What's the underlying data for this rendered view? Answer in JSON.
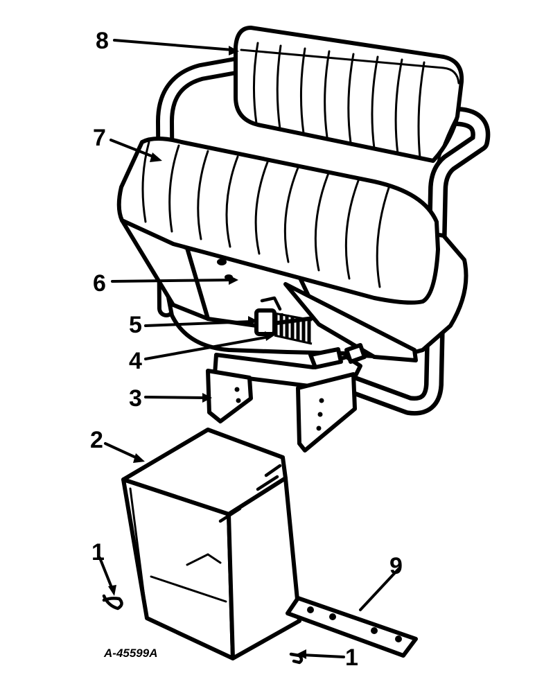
{
  "figure_id": "A-45599A",
  "callouts": [
    {
      "id": "c8",
      "label": "8"
    },
    {
      "id": "c7",
      "label": "7"
    },
    {
      "id": "c6",
      "label": "6"
    },
    {
      "id": "c5",
      "label": "5"
    },
    {
      "id": "c4",
      "label": "4"
    },
    {
      "id": "c3",
      "label": "3"
    },
    {
      "id": "c2",
      "label": "2"
    },
    {
      "id": "c1a",
      "label": "1"
    },
    {
      "id": "c9",
      "label": "9"
    },
    {
      "id": "c1b",
      "label": "1"
    }
  ],
  "parts": [
    {
      "name": "backrest-cushion-icon"
    },
    {
      "name": "seat-cushion-icon"
    },
    {
      "name": "seat-pan-icon"
    },
    {
      "name": "spring-icon"
    },
    {
      "name": "bracket-icon"
    },
    {
      "name": "support-box-icon"
    },
    {
      "name": "cotter-pin-icon"
    },
    {
      "name": "mounting-plate-icon"
    }
  ]
}
